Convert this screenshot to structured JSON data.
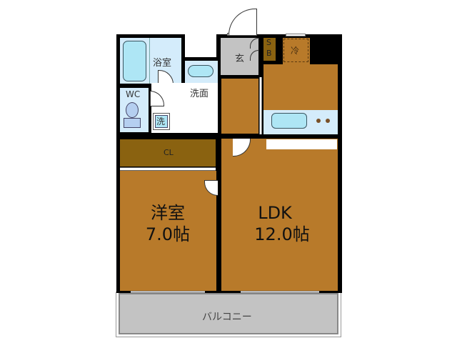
{
  "floor_plan": {
    "rooms": {
      "bath": {
        "label": "浴室"
      },
      "wc": {
        "label": "WC"
      },
      "washroom": {
        "label": "洗面"
      },
      "washer": {
        "label": "洗"
      },
      "entrance": {
        "label": "玄"
      },
      "shoe_box": {
        "label_line1": "S",
        "label_line2": "B"
      },
      "fridge": {
        "label": "冷"
      },
      "closet": {
        "label": "CL"
      },
      "western_room": {
        "name": "洋室",
        "size": "7.0帖"
      },
      "ldk": {
        "name": "LDK",
        "size": "12.0帖"
      },
      "balcony": {
        "label": "バルコニー"
      }
    },
    "colors": {
      "floor_wood": "#b87a2a",
      "closet_wood": "#8a6210",
      "wet_area": "#d4ecfb",
      "fixture": "#aee6f5",
      "entrance_tile": "#c3c3c3",
      "balcony": "#c3c3c3",
      "wall": "#000000"
    }
  }
}
